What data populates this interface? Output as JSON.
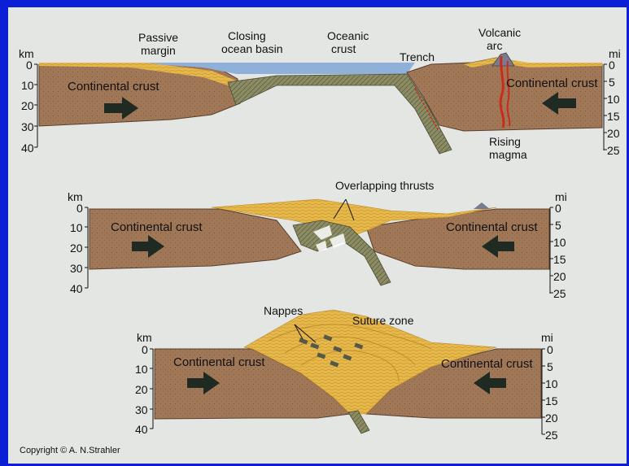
{
  "panel1": {
    "labels": {
      "passive_margin": [
        "Passive",
        "margin"
      ],
      "closing_basin": [
        "Closing",
        "ocean basin"
      ],
      "oceanic_crust": [
        "Oceanic",
        "crust"
      ],
      "trench": "Trench",
      "volcanic_arc": [
        "Volcanic",
        "arc"
      ],
      "rising_magma": [
        "Rising",
        "magma"
      ],
      "continental_left": "Continental crust",
      "continental_right": "Continental crust"
    },
    "km_axis": {
      "unit": "km",
      "ticks": [
        "0",
        "10",
        "20",
        "30",
        "40"
      ]
    },
    "mi_axis": {
      "unit": "mi",
      "ticks": [
        "0",
        "5",
        "10",
        "15",
        "20",
        "25"
      ]
    }
  },
  "panel2": {
    "labels": {
      "overlapping_thrusts": "Overlapping thrusts",
      "continental_left": "Continental crust",
      "continental_right": "Continental crust"
    },
    "km_axis": {
      "unit": "km",
      "ticks": [
        "0",
        "10",
        "20",
        "30",
        "40"
      ]
    },
    "mi_axis": {
      "unit": "mi",
      "ticks": [
        "0",
        "5",
        "10",
        "15",
        "20",
        "25"
      ]
    }
  },
  "panel3": {
    "labels": {
      "nappes": "Nappes",
      "suture_zone": "Suture zone",
      "continental_left": "Continental crust",
      "continental_right": "Continental crust"
    },
    "km_axis": {
      "unit": "km",
      "ticks": [
        "0",
        "10",
        "20",
        "30",
        "40"
      ]
    },
    "mi_axis": {
      "unit": "mi",
      "ticks": [
        "0",
        "5",
        "10",
        "15",
        "20",
        "25"
      ]
    }
  },
  "copyright": "Copyright © A. N.Strahler",
  "colors": {
    "background_border": "#0b1fd6",
    "panel_bg": "#e4e6e4",
    "continental_crust": "#9e7458",
    "sediment": "#e6b84a",
    "ocean": "#8fb0d8",
    "oceanic_crust": "#8c8c64",
    "magma": "#cc2a1a",
    "arrow": "#1e2a22"
  }
}
